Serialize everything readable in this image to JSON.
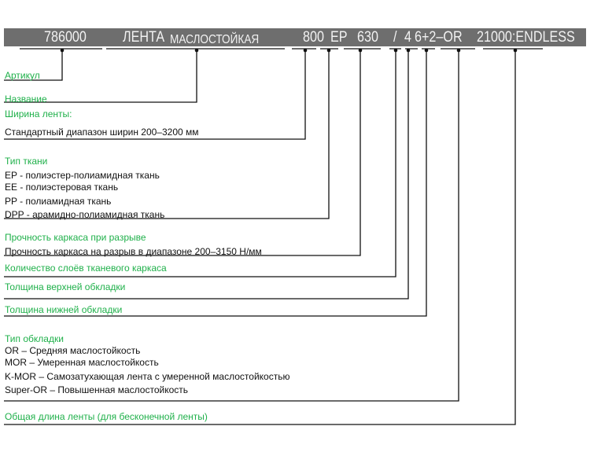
{
  "code": {
    "article": "786000",
    "name_big": "ЛЕНТА",
    "name_small": "МАСЛОСТОЙКАЯ",
    "width": "800",
    "fabric": "EP",
    "strength": "630",
    "slash": "/",
    "plies": "4",
    "covers": "6+2–OR",
    "length": "21000:ENDLESS"
  },
  "labels": {
    "article": "Артикул",
    "name": "Название",
    "width_title": "Ширина ленты:",
    "width_desc": "Стандартный диапазон ширин 200–3200 мм",
    "fabric_title": "Тип ткани",
    "fabric_items": [
      "EP - полиэстер-полиамидная ткань",
      "EE - полиэстеровая ткань",
      "PP - полиамидная ткань",
      "DPP - арамидно-полиамидная ткань"
    ],
    "strength_title": "Прочность каркаса при разрыве",
    "strength_desc": "Прочность каркаса на разрыв в диапазоне 200–3150 Н/мм",
    "plies": "Количество слоёв тканевого каркаса",
    "top_cover": "Толщина верхней обкладки",
    "bottom_cover": "Толщина нижней обкладки",
    "cover_title": "Тип обкладки",
    "cover_items": [
      "OR – Средняя маслостойкость",
      "MOR – Умеренная маслостойкость",
      "K-MOR – Самозатухающая лента с умеренной маслостойкостью",
      "Super-OR – Повышенная маслостойкость"
    ],
    "length": "Общая длина ленты (для бесконечной ленты)"
  },
  "colors": {
    "bar": "#6e6e6e",
    "accent": "#1fb04a"
  }
}
